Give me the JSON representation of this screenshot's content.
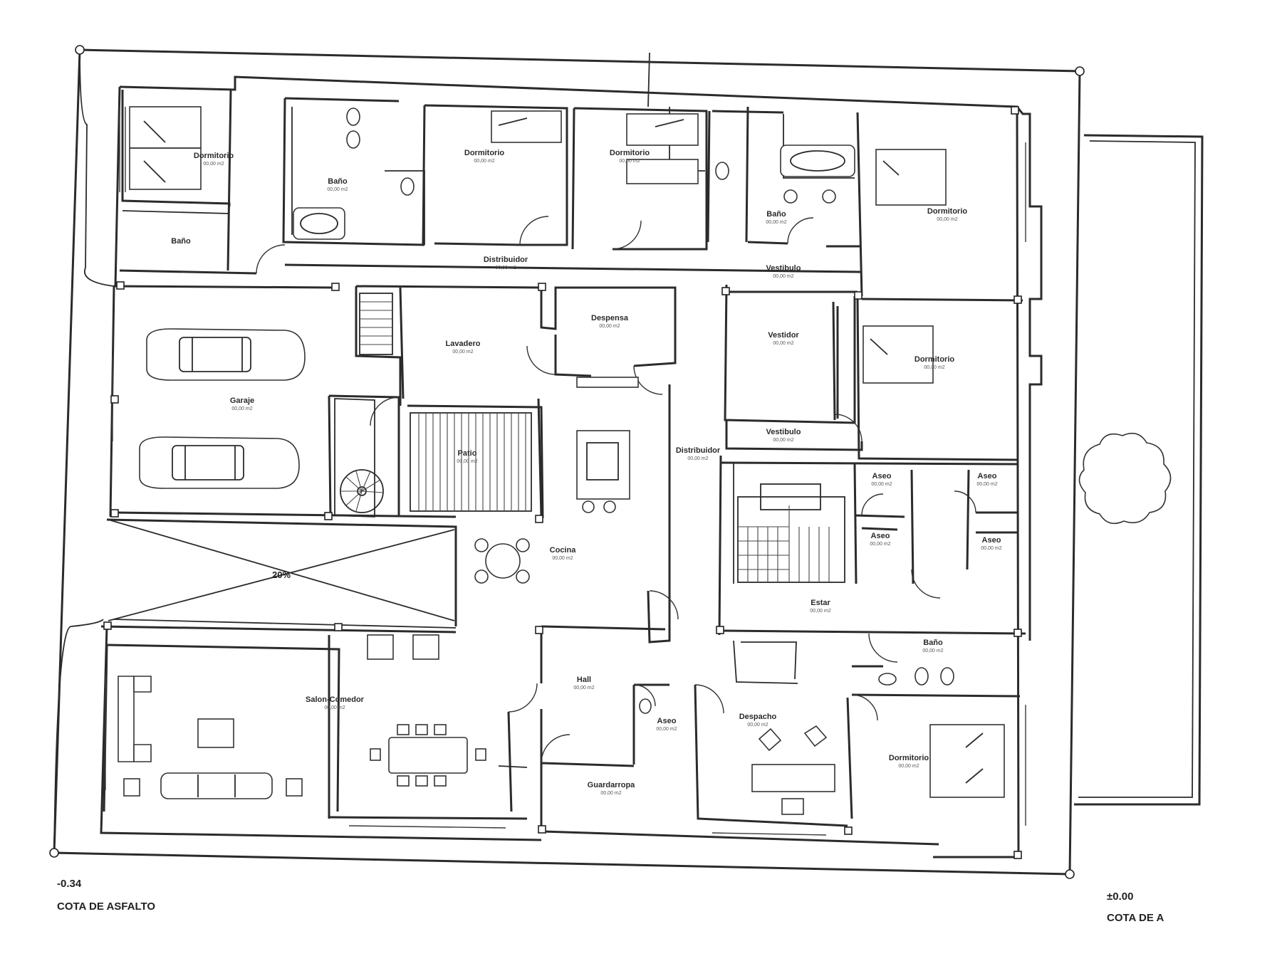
{
  "rooms": {
    "dorm_nw": {
      "name": "Dormitorio",
      "area": "00,00 m2"
    },
    "bano_nw_small": {
      "name": "Baño"
    },
    "bano_n1": {
      "name": "Baño",
      "area": "00,00 m2"
    },
    "dorm_n2": {
      "name": "Dormitorio",
      "area": "00,00 m2"
    },
    "dorm_n3": {
      "name": "Dormitorio",
      "area": "00,00 m2"
    },
    "bano_ne": {
      "name": "Baño",
      "area": "00,00 m2"
    },
    "dorm_ne": {
      "name": "Dormitorio",
      "area": "00,00 m2"
    },
    "distribuidor_n": {
      "name": "Distribuidor",
      "area": "00,00 m2"
    },
    "vestibulo_n": {
      "name": "Vestibulo",
      "area": "00,00 m2"
    },
    "lavadero": {
      "name": "Lavadero",
      "area": "00,00 m2"
    },
    "despensa": {
      "name": "Despensa",
      "area": "00,00 m2"
    },
    "vestidor": {
      "name": "Vestidor",
      "area": "00,00 m2"
    },
    "dorm_e": {
      "name": "Dormitorio",
      "area": "00,00 m2"
    },
    "garaje": {
      "name": "Garaje",
      "area": "00,00 m2"
    },
    "patio": {
      "name": "Patio",
      "area": "00,00 m2"
    },
    "vestibulo_e": {
      "name": "Vestibulo",
      "area": "00,00 m2"
    },
    "distribuidor_c": {
      "name": "Distribuidor",
      "area": "00,00 m2"
    },
    "cocina": {
      "name": "Cocina",
      "area": "00,00 m2"
    },
    "aseo1": {
      "name": "Aseo",
      "area": "00,00 m2"
    },
    "aseo2": {
      "name": "Aseo",
      "area": "00,00 m2"
    },
    "aseo3": {
      "name": "Aseo",
      "area": "00,00 m2"
    },
    "aseo4": {
      "name": "Aseo",
      "area": "00,00 m2"
    },
    "estar": {
      "name": "Estar",
      "area": "00,00 m2"
    },
    "salon_comedor": {
      "name": "Salon-Comedor",
      "area": "00,00 m2"
    },
    "hall": {
      "name": "Hall",
      "area": "00,00 m2"
    },
    "aseo_hall": {
      "name": "Aseo",
      "area": "00,00 m2"
    },
    "bano_se": {
      "name": "Baño",
      "area": "00,00 m2"
    },
    "despacho": {
      "name": "Despacho",
      "area": "00,00 m2"
    },
    "dorm_se": {
      "name": "Dormitorio",
      "area": "00,00 m2"
    },
    "guardarropa": {
      "name": "Guardarropa",
      "area": "00,00 m2"
    }
  },
  "ramp": {
    "slope": "20%"
  },
  "levels": {
    "left_value": "-0.34",
    "left_label": "COTA DE ASFALTO",
    "right_value": "±0.00",
    "right_label": "COTA DE A"
  },
  "icons": [
    "car-icon",
    "spiral-stair-icon",
    "stair-icon",
    "tree-icon",
    "bed-icon",
    "bathtub-icon",
    "toilet-icon",
    "table-icon"
  ]
}
